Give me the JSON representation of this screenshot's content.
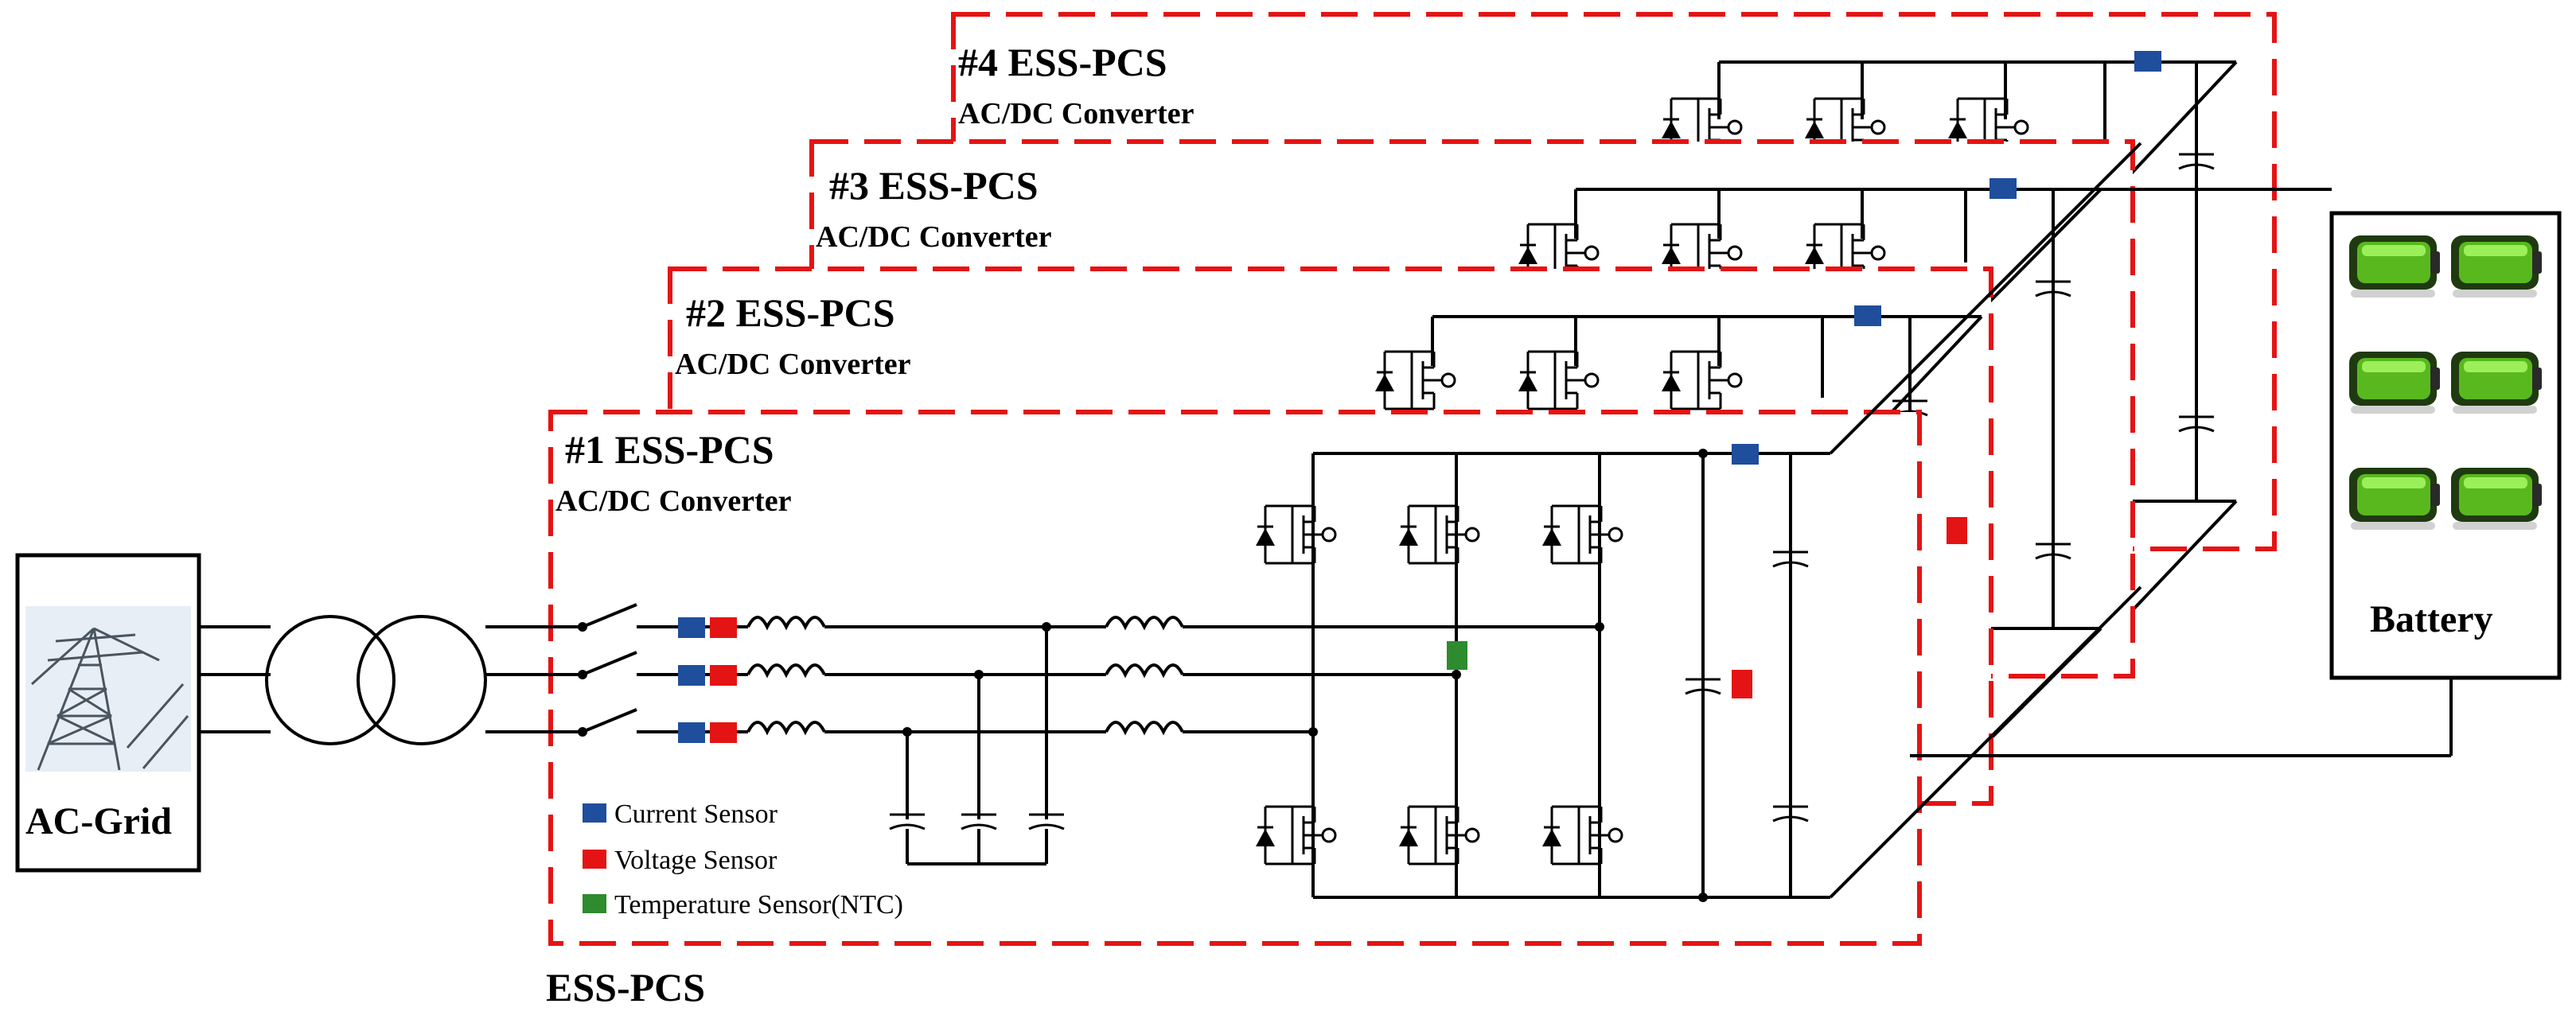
{
  "grid": {
    "label": "AC-Grid"
  },
  "battery": {
    "label": "Battery"
  },
  "pcs_units": [
    {
      "title": "#1 ESS-PCS",
      "subtitle": "AC/DC Converter"
    },
    {
      "title": "#2 ESS-PCS",
      "subtitle": "AC/DC Converter"
    },
    {
      "title": "#3 ESS-PCS",
      "subtitle": "AC/DC Converter"
    },
    {
      "title": "#4 ESS-PCS",
      "subtitle": "AC/DC Converter"
    }
  ],
  "legend": {
    "current": {
      "label": "Current Sensor",
      "color": "#1f4e9c"
    },
    "voltage": {
      "label": "Voltage Sensor",
      "color": "#e41414"
    },
    "temperature": {
      "label": "Temperature Sensor(NTC)",
      "color": "#2e8b2e"
    }
  },
  "footer": {
    "label": "ESS-PCS"
  },
  "colors": {
    "frame": "#e41414",
    "wire": "#000000"
  }
}
